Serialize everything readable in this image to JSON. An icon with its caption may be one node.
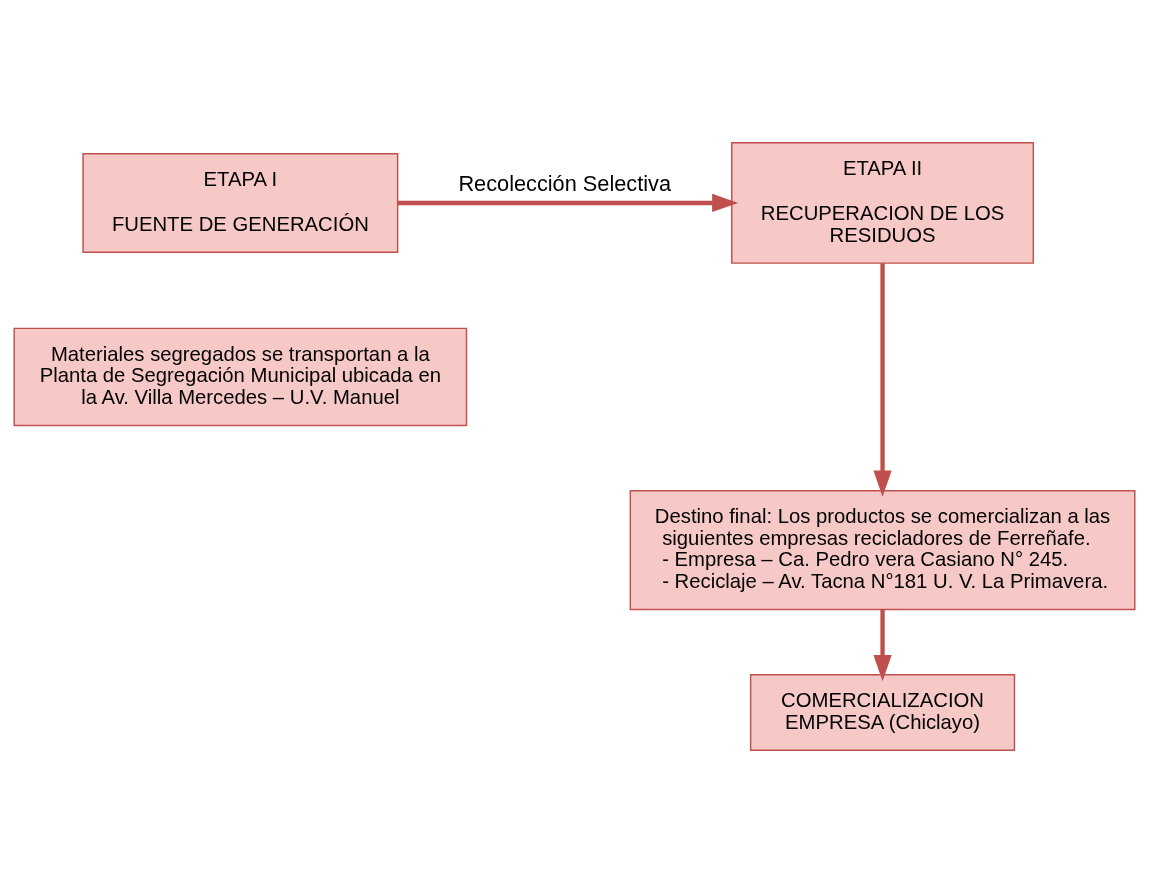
{
  "diagram": {
    "nodes": [
      {
        "text": [
          "ETAPA I",
          "FUENTE DE GENERACIÓN"
        ]
      },
      {
        "text": [
          "ETAPA II",
          "RECUPERACION DE LOS RESIDUOS"
        ]
      },
      {
        "text": [
          "Materiales segregados se transportan a la Planta de Segregación Municipal ubicada en la Av. Villa Mercedes – U.V. Manuel"
        ]
      },
      {
        "text": [
          "Destino final: Los productos se comercializan a las siguientes empresas recicladores de Ferreñafe.",
          "- Empresa – Ca. Pedro vera Casiano N° 245.",
          "- Reciclaje – Av. Tacna N°181 U. V. La Primavera."
        ]
      },
      {
        "text": [
          "COMERCIALIZACION EMPRESA (Chiclayo)"
        ]
      }
    ],
    "edges": [
      {
        "from": 0,
        "to": 1,
        "arrow": "to",
        "label": "Recolección Selectiva"
      },
      {
        "from": 1,
        "to": 3,
        "arrow": "to"
      },
      {
        "from": 3,
        "to": 4,
        "arrow": "to"
      }
    ]
  }
}
